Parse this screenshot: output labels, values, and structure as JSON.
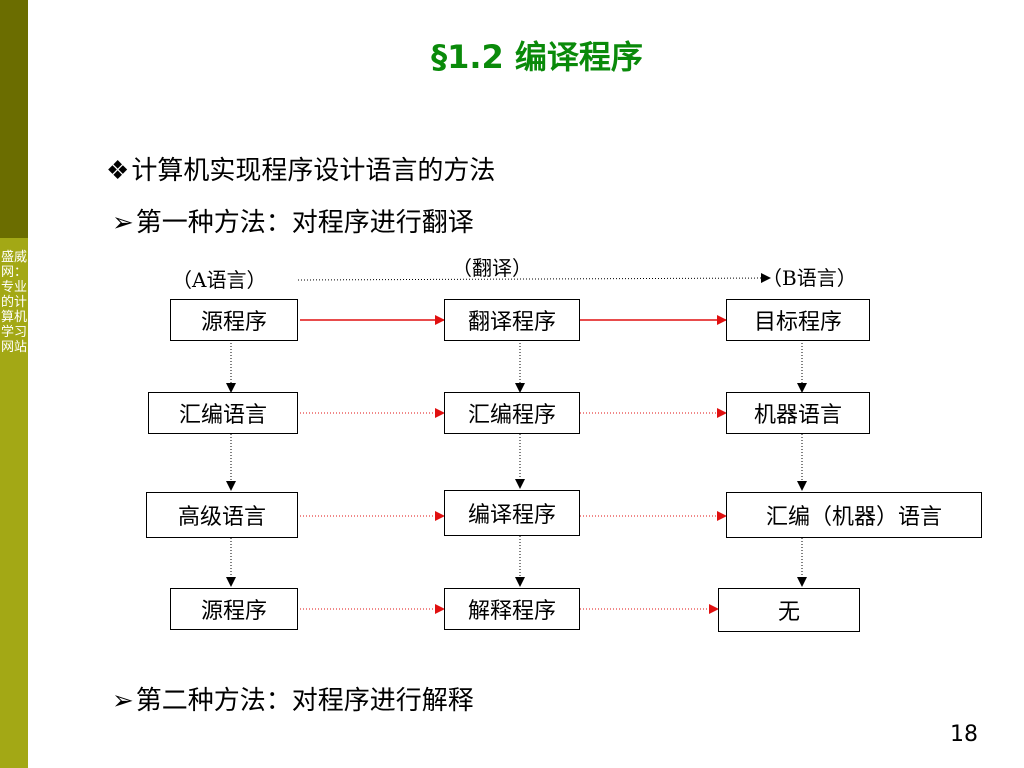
{
  "sidebar": {
    "text": "盛威网：专业的计算机学习网站"
  },
  "slide": {
    "title": "§1.2 编译程序",
    "bullet1": {
      "marker": "❖",
      "text": "计算机实现程序设计语言的方法"
    },
    "bullet2": {
      "marker": "➢",
      "text": "第一种方法：对程序进行翻译"
    },
    "bullet3": {
      "marker": "➢",
      "text": "第二种方法：对程序进行解释"
    },
    "page_number": "18"
  },
  "diagram": {
    "label_a": "（A语言）",
    "label_translate": "（翻译）",
    "label_b": "（B语言）",
    "col1": [
      "源程序",
      "汇编语言",
      "高级语言",
      "源程序"
    ],
    "col2": [
      "翻译程序",
      "汇编程序",
      "编译程序",
      "解释程序"
    ],
    "col3": [
      "目标程序",
      "机器语言",
      "汇编（机器）语言",
      "无"
    ],
    "colors": {
      "solid_arrow": "#e01010",
      "dotted_arrow": "#e01010",
      "down_arrow": "#000000"
    }
  }
}
